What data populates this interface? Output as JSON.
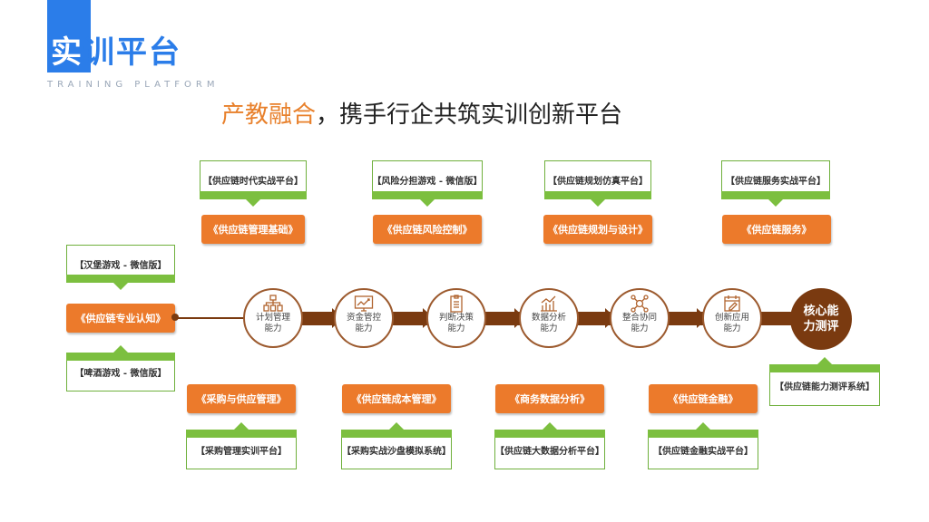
{
  "header": {
    "title_first": "实",
    "title_rest": "训平台",
    "subtitle": "TRAINING PLATFORM"
  },
  "slogan": {
    "highlight": "产教融合",
    "rest": "，携手行企共筑实训创新平台"
  },
  "top_games": [
    "【供应链时代实战平台】",
    "【风险分担游戏 - 微信版】",
    "【供应链规划仿真平台】",
    "【供应链服务实战平台】"
  ],
  "top_courses": [
    "《供应链管理基础》",
    "《供应链风险控制》",
    "《供应链规划与设计》",
    "《供应链服务》"
  ],
  "left": {
    "top_game": "【汉堡游戏 - 微信版】",
    "course": "《供应链专业认知》",
    "bottom_game": "【啤酒游戏 - 微信版】"
  },
  "abilities": [
    {
      "icon": "plan-icon",
      "line1": "计划管理",
      "line2": "能力"
    },
    {
      "icon": "money-chart-icon",
      "line1": "资金管控",
      "line2": "能力"
    },
    {
      "icon": "checklist-icon",
      "line1": "判断决策",
      "line2": "能力"
    },
    {
      "icon": "bar-chart-icon",
      "line1": "数据分析",
      "line2": "能力"
    },
    {
      "icon": "network-icon",
      "line1": "整合协同",
      "line2": "能力"
    },
    {
      "icon": "calendar-edit-icon",
      "line1": "创新应用",
      "line2": "能力"
    }
  ],
  "final": {
    "line1": "核心能",
    "line2": "力测评",
    "system": "【供应链能力测评系统】"
  },
  "bottom_courses": [
    "《采购与供应管理》",
    "《供应链成本管理》",
    "《商务数据分析》",
    "《供应链金融》"
  ],
  "bottom_platforms": [
    "【采购管理实训平台】",
    "【采购实战沙盘模拟系统】",
    "【供应链大数据分析平台】",
    "【供应链金融实战平台】"
  ],
  "colors": {
    "brand_blue": "#2b7de9",
    "orange": "#ec7a2b",
    "green": "#7cbf3f",
    "brown": "#7a3a10"
  }
}
